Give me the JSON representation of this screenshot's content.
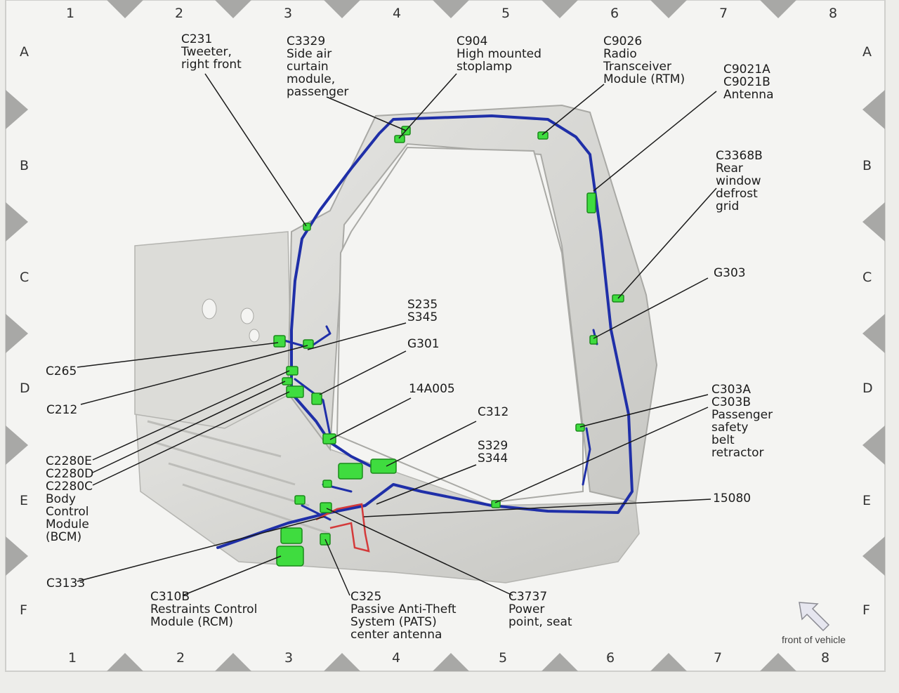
{
  "grid": {
    "columns": [
      "1",
      "2",
      "3",
      "4",
      "5",
      "6",
      "7",
      "8"
    ],
    "rows": [
      "A",
      "B",
      "C",
      "D",
      "E",
      "F"
    ]
  },
  "callouts": {
    "c231": "C231\nTweeter,\nright front",
    "c3329": "C3329\nSide air\ncurtain\nmodule,\npassenger",
    "c904": "C904\nHigh mounted\nstoplamp",
    "c9026": "C9026\nRadio\nTransceiver\nModule (RTM)",
    "c9021": "C9021A\nC9021B\nAntenna",
    "c3368b": "C3368B\nRear\nwindow\ndefrost\ngrid",
    "g303": "G303",
    "s235": "S235\nS345",
    "g301": "G301",
    "c265": "C265",
    "c212": "C212",
    "a14a005": "14A005",
    "c312": "C312",
    "s329": "S329\nS344",
    "c303": "C303A\nC303B\nPassenger\nsafety\nbelt\nretractor",
    "a15080": "15080",
    "c2280": "C2280E\nC2280D\nC2280C\nBody\nControl\nModule\n(BCM)",
    "c3133": "C3133",
    "c310b": "C310B\nRestraints Control\nModule (RCM)",
    "c325": "C325\nPassive Anti-Theft\nSystem (PATS)\ncenter antenna",
    "c3737": "C3737\nPower\npoint, seat"
  },
  "orientation": {
    "label": "front of vehicle"
  },
  "colors": {
    "harness": "#1f2fa8",
    "connector": "#3fdc3f",
    "accessory_wire": "#d43a3a",
    "body_panel": "#d6d6d2",
    "grid_marker": "#9a9a9a",
    "leader": "#1a1a1a"
  }
}
